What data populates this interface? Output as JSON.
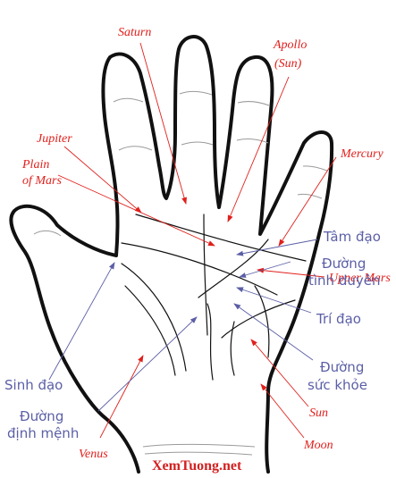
{
  "colors": {
    "red_label": "#e0201c",
    "blue_label": "#5b5fa6",
    "outline": "#111111",
    "watermark": "#d32121"
  },
  "labels": {
    "saturn": "Saturn",
    "apollo": "Apollo",
    "sun_paren": "(Sun)",
    "mercury": "Mercury",
    "jupiter": "Jupiter",
    "plain": "Plain",
    "of_mars": "of Mars",
    "tam_dao": "Tâm đạo",
    "duong_1": "Đường",
    "tinh_duyen": "tình duyên",
    "upper_mars": "Upper Mars",
    "tri_dao": "Trí đạo",
    "duong_2": "Đường",
    "suc_khoe": "sức khỏe",
    "sinh_dao": "Sinh đạo",
    "duong_3": "Đường",
    "dinh_menh": "định mệnh",
    "sun": "Sun",
    "moon": "Moon",
    "venus": "Venus"
  },
  "watermark": "XemTuong.net"
}
